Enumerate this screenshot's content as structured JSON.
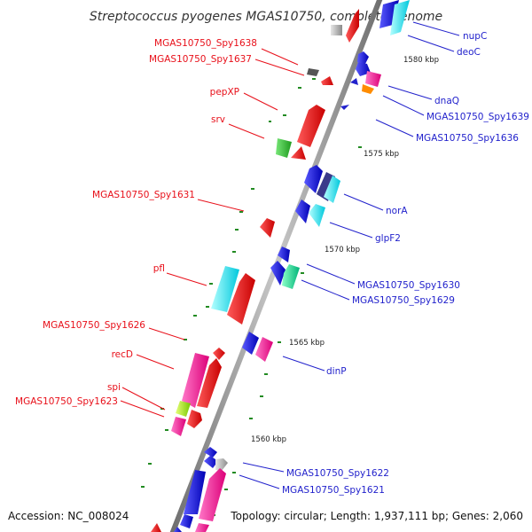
{
  "title": "Streptococcus pyogenes MGAS10750, complete genome",
  "footer": {
    "accession": "Accession: NC_008024",
    "topology": "Topology: circular; Length: 1,937,111 bp; Genes: 2,060"
  },
  "kbp_labels": [
    "1580 kbp",
    "1575 kbp",
    "1570 kbp",
    "1565 kbp",
    "1560 kbp"
  ],
  "left_labels": [
    "MGAS10750_Spy1638",
    "MGAS10750_Spy1637",
    "pepXP",
    "srv",
    "MGAS10750_Spy1631",
    "pfl",
    "MGAS10750_Spy1626",
    "recD",
    "spi",
    "MGAS10750_Spy1623"
  ],
  "right_labels": [
    "nupC",
    "deoC",
    "dnaQ",
    "MGAS10750_Spy1639",
    "MGAS10750_Spy1636",
    "norA",
    "glpF2",
    "MGAS10750_Spy1630",
    "MGAS10750_Spy1629",
    "dinP",
    "MGAS10750_Spy1622",
    "MGAS10750_Spy1621"
  ],
  "colors": {
    "forward_label": "#e8101a",
    "reverse_label": "#2222cc",
    "backbone": "#8c8c8c",
    "tick": "#228b22"
  }
}
